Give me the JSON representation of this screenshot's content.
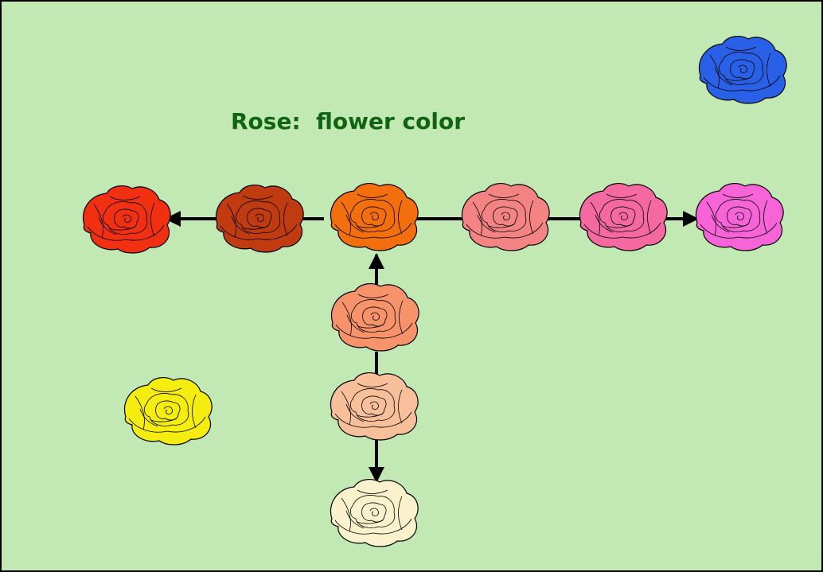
{
  "title": "Rose:  flower color",
  "colors": {
    "background": "#c2e8b4",
    "title": "#0f6512",
    "arrows": "#000000",
    "outline": "#000000"
  },
  "roses": [
    {
      "name": "blue",
      "color": "#2860e8"
    },
    {
      "name": "red",
      "color": "#f03010"
    },
    {
      "name": "dark-red",
      "color": "#c03c10"
    },
    {
      "name": "orange",
      "color": "#f36e0c"
    },
    {
      "name": "salmon-pink",
      "color": "#f48484"
    },
    {
      "name": "pink",
      "color": "#f46aa0"
    },
    {
      "name": "magenta",
      "color": "#f664d8"
    },
    {
      "name": "light-orange",
      "color": "#f7936a"
    },
    {
      "name": "peach",
      "color": "#f7c09a"
    },
    {
      "name": "cream",
      "color": "#f9f2cc"
    },
    {
      "name": "yellow",
      "color": "#f5ec10"
    }
  ]
}
